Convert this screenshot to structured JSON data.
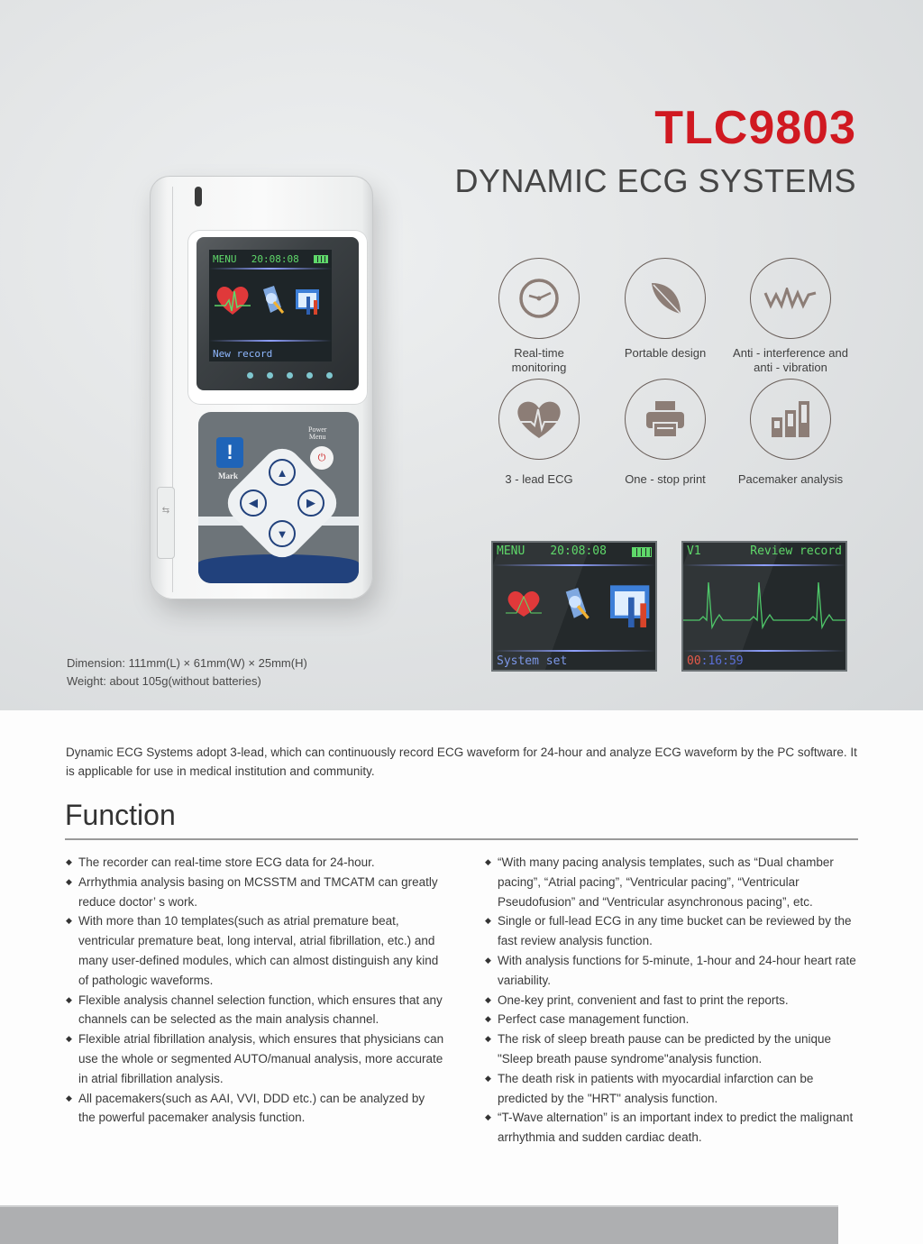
{
  "header": {
    "model": "TLC9803",
    "subtitle": "DYNAMIC ECG SYSTEMS"
  },
  "device": {
    "screen": {
      "menu_label": "MENU",
      "time": "20:08:08",
      "battery_icon": "battery-full-icon",
      "bottom_label": "New record",
      "icons": [
        "heart-ecg-icon",
        "analysis-icon",
        "settings-tools-icon"
      ],
      "page_dots": 5
    },
    "keypad": {
      "mark_label": "Mark",
      "mark_icon": "!",
      "power_label_line1": "Power",
      "power_label_line2": "Menu",
      "up": "▲",
      "down": "▼",
      "left": "◀",
      "right": "▶",
      "usb_icon": "⇆"
    }
  },
  "specs": {
    "dimension": "Dimension: 111mm(L) × 61mm(W) × 25mm(H)",
    "weight": "Weight: about 105g(without batteries)"
  },
  "features": [
    {
      "icon": "clock-icon",
      "label_line1": "Real-time",
      "label_line2": "monitoring"
    },
    {
      "icon": "feather-icon",
      "label_line1": "Portable design",
      "label_line2": ""
    },
    {
      "icon": "wave-icon",
      "label_line1": "Anti - interference and",
      "label_line2": "anti - vibration"
    },
    {
      "icon": "heart-ecg-icon",
      "label_line1": "3 - lead ECG",
      "label_line2": ""
    },
    {
      "icon": "printer-icon",
      "label_line1": "One - stop print",
      "label_line2": ""
    },
    {
      "icon": "bar-chart-icon",
      "label_line1": "Pacemaker analysis",
      "label_line2": ""
    }
  ],
  "mini_screens": [
    {
      "top_left": "MENU",
      "top_right": "20:08:08",
      "bottom": "System set"
    },
    {
      "top_left": "V1",
      "top_right": "Review record",
      "bottom_red": "00",
      "bottom_blue": ":16:59"
    }
  ],
  "intro": "Dynamic ECG Systems adopt 3-lead, which can continuously record ECG waveform for 24-hour and analyze ECG waveform by the PC software. It is applicable for use in medical institution and community.",
  "function": {
    "title": "Function",
    "left": [
      "The recorder can real-time store ECG data for 24-hour.",
      "Arrhythmia analysis basing on MCSSTM and TMCATM can greatly reduce doctor’ s work.",
      "With more than 10 templates(such as atrial premature beat, ventricular premature beat, long interval, atrial fibrillation, etc.) and many user-defined modules, which can almost distinguish any kind of pathologic waveforms.",
      "Flexible analysis channel selection function, which ensures that any channels can be selected as the main analysis channel.",
      "Flexible atrial fibrillation analysis, which ensures that physicians can use the whole or segmented AUTO/manual analysis, more accurate in atrial fibrillation analysis.",
      "All pacemakers(such as AAI, VVI, DDD etc.) can be analyzed by the powerful pacemaker analysis function."
    ],
    "right": [
      " “With many pacing analysis templates, such as “Dual chamber pacing”, “Atrial pacing”, “Ventricular pacing”, “Ventricular Pseudofusion” and “Ventricular asynchronous pacing”, etc.",
      "Single or full-lead ECG in any time bucket can be reviewed by the fast review analysis function.",
      "With analysis functions for 5-minute, 1-hour and 24-hour heart rate variability.",
      "One-key print, convenient and fast to print the reports.",
      "Perfect case management function.",
      "The risk of sleep breath pause can be predicted by the unique \"Sleep breath pause syndrome\"analysis function.",
      "The death risk in patients with myocardial infarction can be predicted by the \"HRT\" analysis function.",
      "“T-Wave alternation” is an important index to predict the malignant arrhythmia and sudden cardiac death."
    ]
  },
  "colors": {
    "brand_red": "#d01921",
    "icon_brown": "#8c7d76",
    "lcd_green": "#5fd86a",
    "keypad_navy": "#21417c",
    "footer_grey": "#aeafb1"
  }
}
